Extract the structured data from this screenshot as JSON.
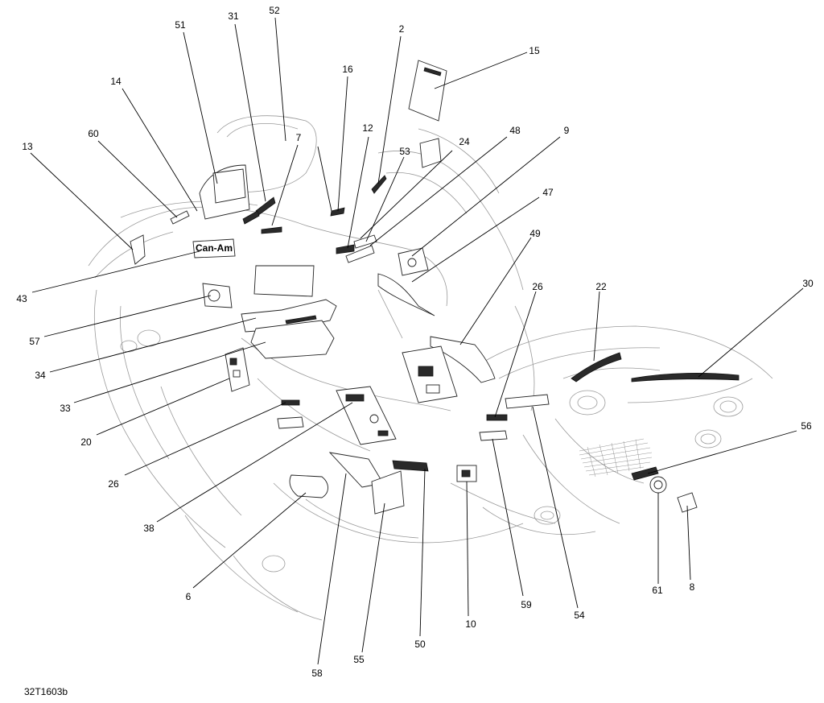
{
  "drawing": {
    "id": "32T1603b"
  },
  "labels": {
    "brand_decal": "Can-Am"
  },
  "callouts": [
    {
      "n": "51"
    },
    {
      "n": "31"
    },
    {
      "n": "52"
    },
    {
      "n": "2"
    },
    {
      "n": "15"
    },
    {
      "n": "14"
    },
    {
      "n": "16"
    },
    {
      "n": "60"
    },
    {
      "n": "7"
    },
    {
      "n": "12"
    },
    {
      "n": "53"
    },
    {
      "n": "24"
    },
    {
      "n": "48"
    },
    {
      "n": "9"
    },
    {
      "n": "13"
    },
    {
      "n": "47"
    },
    {
      "n": "49"
    },
    {
      "n": "43"
    },
    {
      "n": "26"
    },
    {
      "n": "22"
    },
    {
      "n": "30"
    },
    {
      "n": "57"
    },
    {
      "n": "34"
    },
    {
      "n": "33"
    },
    {
      "n": "20"
    },
    {
      "n": "26"
    },
    {
      "n": "56"
    },
    {
      "n": "38"
    },
    {
      "n": "61"
    },
    {
      "n": "8"
    },
    {
      "n": "6"
    },
    {
      "n": "10"
    },
    {
      "n": "59"
    },
    {
      "n": "54"
    },
    {
      "n": "50"
    },
    {
      "n": "55"
    },
    {
      "n": "58"
    }
  ]
}
